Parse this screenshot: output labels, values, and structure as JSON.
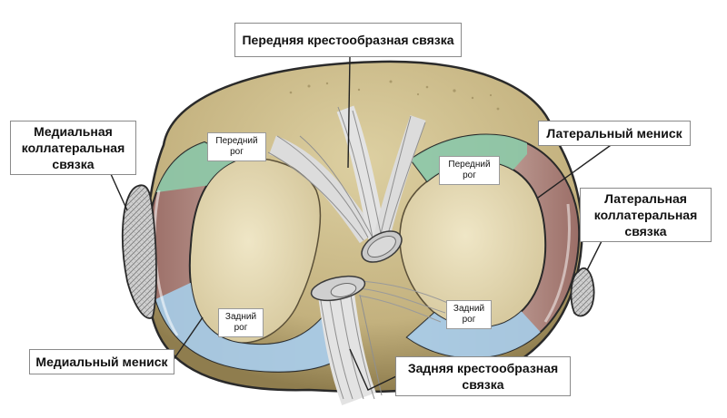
{
  "colors": {
    "tibia": "#cdbd8e",
    "tibia_shadow": "#8b7a4c",
    "plateau": "#e8dfbd",
    "meniscus_body": "#c4a7a0",
    "meniscus_dark": "#9a6f69",
    "anterior_horn": "#8ec7a6",
    "posterior_horn": "#a7c9e3",
    "ligament": "#dcdcdc",
    "ligament_lines": "#8f8f8f",
    "outline": "#2a2a2a"
  },
  "labels": {
    "acl": "Передняя крестообразная связка",
    "mcl": "Медиальная\nколлатеральная\nсвязка",
    "lateral_meniscus": "Латеральный мениск",
    "lcl": "Латеральная\nколлатеральная\nсвязка",
    "medial_meniscus": "Медиальный мениск",
    "pcl": "Задняя крестообразная\nсвязка",
    "anterior_horn_left": "Передний\nрог",
    "anterior_horn_right": "Передний\nрог",
    "posterior_horn_left": "Задний\nрог",
    "posterior_horn_right": "Задний\nрог"
  }
}
